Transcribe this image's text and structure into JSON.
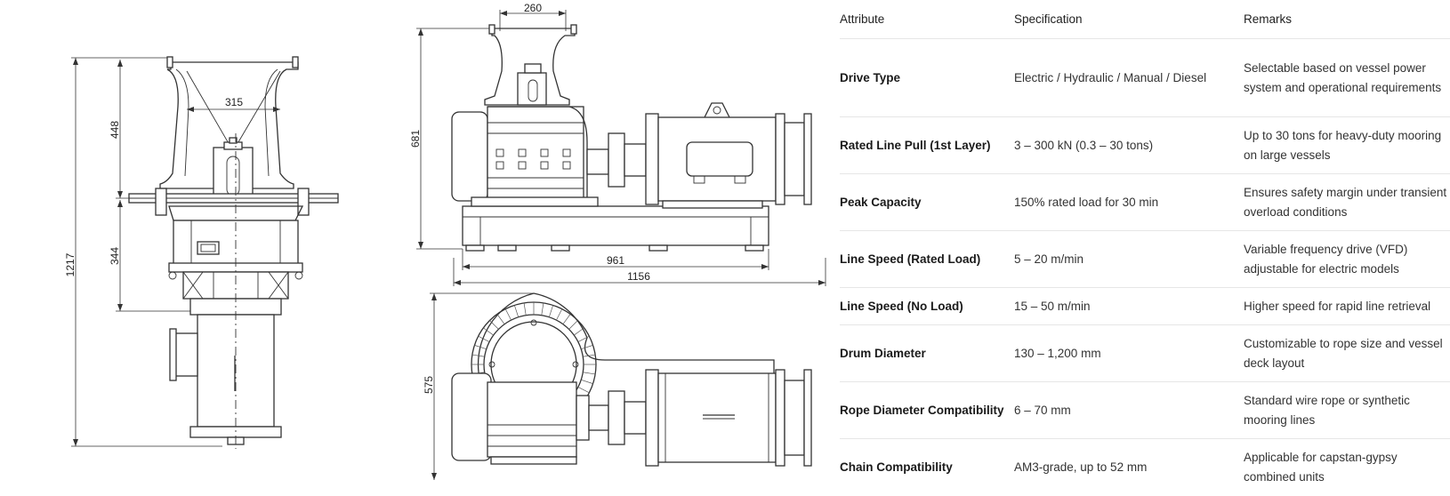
{
  "drawing": {
    "front_view_dims": {
      "overall_height": "1217",
      "upper_height": "448",
      "lower_height": "344",
      "bowl_width": "315"
    },
    "side_view_dims": {
      "top_width": "260",
      "height": "681",
      "base_length": "961",
      "overall_length": "1156"
    },
    "top_view_dims": {
      "width": "575"
    }
  },
  "table": {
    "headers": {
      "attribute": "Attribute",
      "specification": "Specification",
      "remarks": "Remarks"
    },
    "rows": [
      {
        "attribute": "Drive Type",
        "specification": "Electric / Hydraulic / Manual / Diesel",
        "remarks": "Selectable based on vessel power system and operational requirements"
      },
      {
        "attribute": "Rated Line Pull (1st Layer)",
        "specification": "3 – 300 kN (0.3 – 30 tons)",
        "remarks": "Up to 30 tons for heavy-duty mooring on large vessels"
      },
      {
        "attribute": "Peak Capacity",
        "specification": "150% rated load for 30 min",
        "remarks": "Ensures safety margin under transient overload conditions"
      },
      {
        "attribute": "Line Speed (Rated Load)",
        "specification": "5 – 20 m/min",
        "remarks": "Variable frequency drive (VFD) adjustable for electric models"
      },
      {
        "attribute": "Line Speed (No Load)",
        "specification": "15 – 50 m/min",
        "remarks": "Higher speed for rapid line retrieval"
      },
      {
        "attribute": "Drum Diameter",
        "specification": "130 – 1,200 mm",
        "remarks": "Customizable to rope size and vessel deck layout"
      },
      {
        "attribute": "Rope Diameter Compatibility",
        "specification": "6 – 70 mm",
        "remarks": "Standard wire rope or synthetic mooring lines"
      },
      {
        "attribute": "Chain Compatibility",
        "specification": "AM3-grade, up to 52 mm",
        "remarks": "Applicable for capstan-gypsy combined units"
      }
    ]
  }
}
